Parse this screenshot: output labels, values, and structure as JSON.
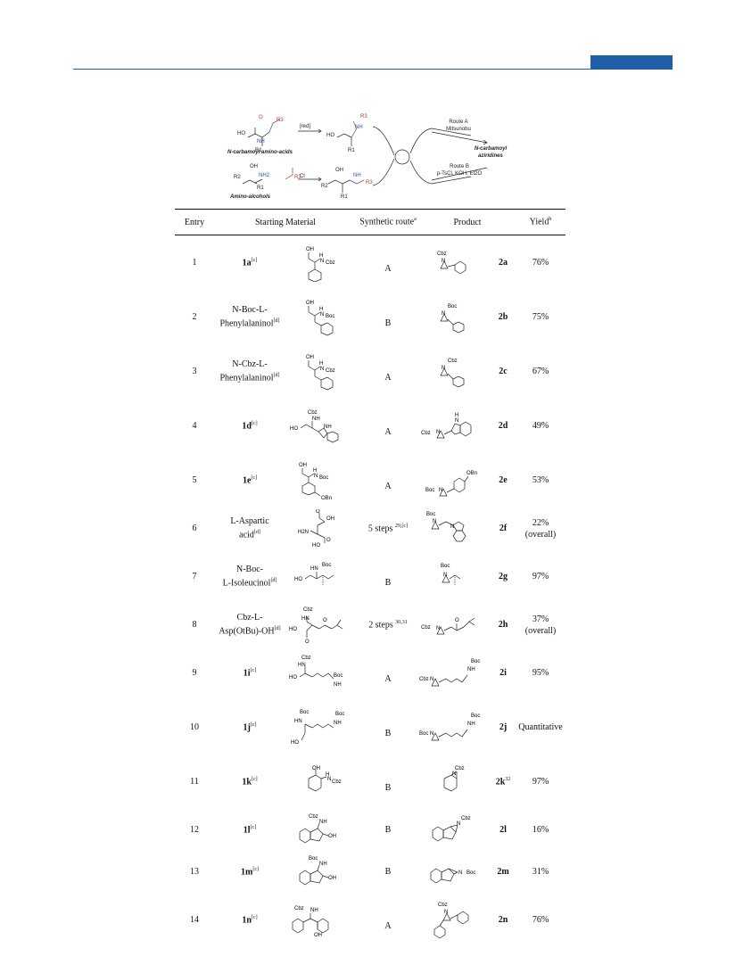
{
  "scheme": {
    "left_compound_1": "N-carbamoyl amino-acids",
    "left_compound_2": "Amino-alcohols",
    "reagent_1": "[red]",
    "route_a_title": "Route A",
    "route_a_detail": "Mitsunobu",
    "route_b_title": "Route B",
    "route_b_detail": "p-TsCl, KOH, Et2O",
    "product_line1": "N-carbamoyl",
    "product_line2": "aziridines",
    "labels": {
      "ho": "HO",
      "oh": "OH",
      "nh": "NH",
      "nh2": "NH2",
      "r1": "R1",
      "r2": "R2",
      "r3": "R3",
      "o": "O",
      "cl": "Cl"
    }
  },
  "table": {
    "headers": {
      "entry": "Entry",
      "starting_material": "Starting Material",
      "route": "Synthetic route",
      "route_sup": "a",
      "product": "Product",
      "yield": "Yield",
      "yield_sup": "b"
    },
    "rows": [
      {
        "entry": "1",
        "sm_code": "1a",
        "sm_sup": "[c]",
        "route": "A",
        "product": "2a",
        "yield": "76%"
      },
      {
        "entry": "2",
        "sm_line1": "N-Boc-L-",
        "sm_line2": "Phenylalaninol",
        "sm_sup": "[d]",
        "route": "B",
        "product": "2b",
        "yield": "75%"
      },
      {
        "entry": "3",
        "sm_line1": "N-Cbz-L-",
        "sm_line2": "Phenylalaninol",
        "sm_sup": "[d]",
        "route": "A",
        "product": "2c",
        "yield": "67%"
      },
      {
        "entry": "4",
        "sm_code": "1d",
        "sm_sup": "[c]",
        "route": "A",
        "product": "2d",
        "yield": "49%"
      },
      {
        "entry": "5",
        "sm_code": "1e",
        "sm_sup": "[c]",
        "route": "A",
        "product": "2e",
        "yield": "53%"
      },
      {
        "entry": "6",
        "sm_line1": "L-Aspartic",
        "sm_line2": "acid",
        "sm_sup": "[d]",
        "route": "5 steps",
        "route_sup": "29,[c]",
        "product": "2f",
        "yield": "22%",
        "yield_note": "(overall)"
      },
      {
        "entry": "7",
        "sm_line1": "N-Boc-",
        "sm_line2": "L-Isoleucinol",
        "sm_sup": "[d]",
        "route": "B",
        "product": "2g",
        "yield": "97%"
      },
      {
        "entry": "8",
        "sm_line1": "Cbz-L-",
        "sm_line2": "Asp(OtBu)-OH",
        "sm_sup": "[d]",
        "route": "2 steps",
        "route_sup": "30,31",
        "product": "2h",
        "yield": "37%",
        "yield_note": "(overall)"
      },
      {
        "entry": "9",
        "sm_code": "1i",
        "sm_sup": "[c]",
        "route": "A",
        "product": "2i",
        "yield": "95%"
      },
      {
        "entry": "10",
        "sm_code": "1j",
        "sm_sup": "[c]",
        "route": "B",
        "product": "2j",
        "yield": "Quantitative"
      },
      {
        "entry": "11",
        "sm_code": "1k",
        "sm_sup": "[c]",
        "route": "B",
        "product": "2k",
        "product_sup": "32",
        "yield": "97%"
      },
      {
        "entry": "12",
        "sm_code": "1l",
        "sm_sup": "[c]",
        "route": "B",
        "product": "2l",
        "yield": "16%"
      },
      {
        "entry": "13",
        "sm_code": "1m",
        "sm_sup": "[c]",
        "route": "B",
        "product": "2m",
        "yield": "31%"
      },
      {
        "entry": "14",
        "sm_code": "1n",
        "sm_sup": "[c]",
        "route": "A",
        "product": "2n",
        "yield": "76%"
      }
    ]
  },
  "mol_labels": {
    "oh": "OH",
    "ho": "HO",
    "nh": "NH",
    "hn": "HN",
    "n": "N",
    "h": "H",
    "cbz": "Cbz",
    "boc": "Boc",
    "obn": "OBn",
    "h2n": "H2N",
    "o": "O"
  },
  "colors": {
    "accent": "#1f5fa8",
    "red": "#c0392b",
    "blue": "#2a4fbf"
  }
}
